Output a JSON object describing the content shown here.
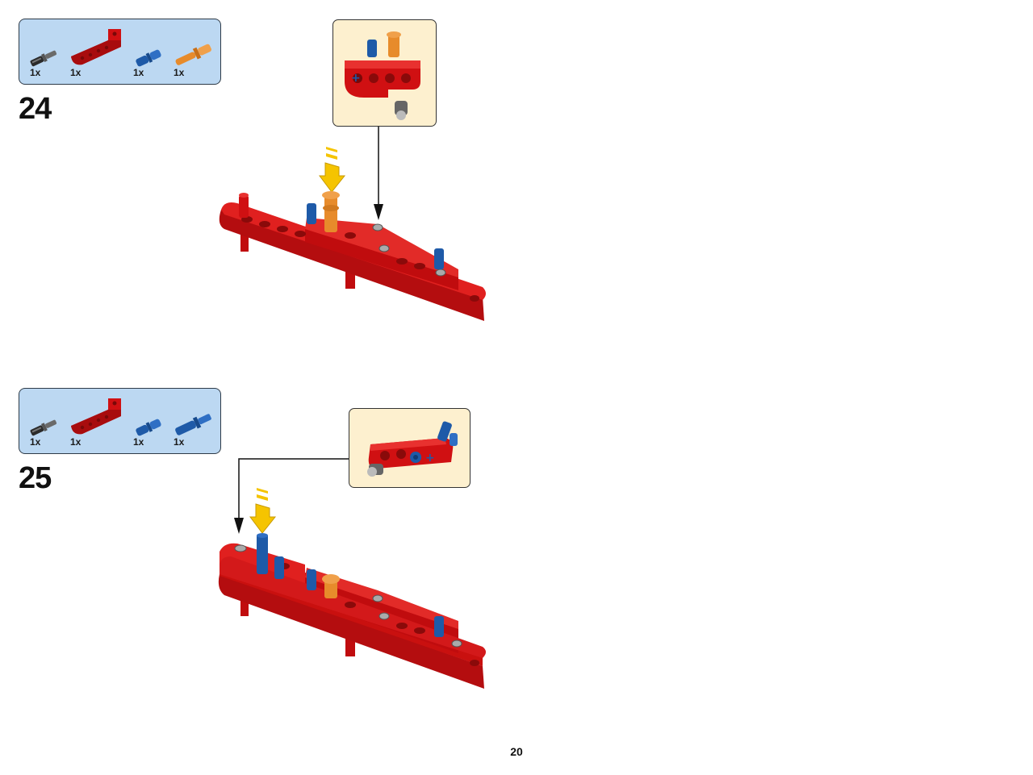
{
  "page_number": "20",
  "steps": [
    {
      "number": "24",
      "parts": [
        {
          "qty": "1x",
          "icon": "black-axle-pin-icon",
          "color": "#3a3a3a"
        },
        {
          "qty": "1x",
          "icon": "red-angled-beam-icon",
          "color": "#d01012"
        },
        {
          "qty": "1x",
          "icon": "blue-friction-pin-icon",
          "color": "#1e5aa8"
        },
        {
          "qty": "1x",
          "icon": "orange-long-pin-icon",
          "color": "#e78b2b"
        }
      ]
    },
    {
      "number": "25",
      "parts": [
        {
          "qty": "1x",
          "icon": "black-axle-pin-icon",
          "color": "#3a3a3a"
        },
        {
          "qty": "1x",
          "icon": "red-angled-beam-icon",
          "color": "#d01012"
        },
        {
          "qty": "1x",
          "icon": "blue-friction-pin-icon",
          "color": "#1e5aa8"
        },
        {
          "qty": "1x",
          "icon": "blue-long-axle-pin-icon",
          "color": "#1e5aa8"
        }
      ]
    }
  ],
  "colors": {
    "parts_box": "#bcd8f2",
    "callout_box": "#fdf0cf",
    "brick_red": "#d01012",
    "pin_blue": "#1e5aa8",
    "pin_orange": "#e78b2b",
    "arrow_yellow": "#f5c400"
  }
}
